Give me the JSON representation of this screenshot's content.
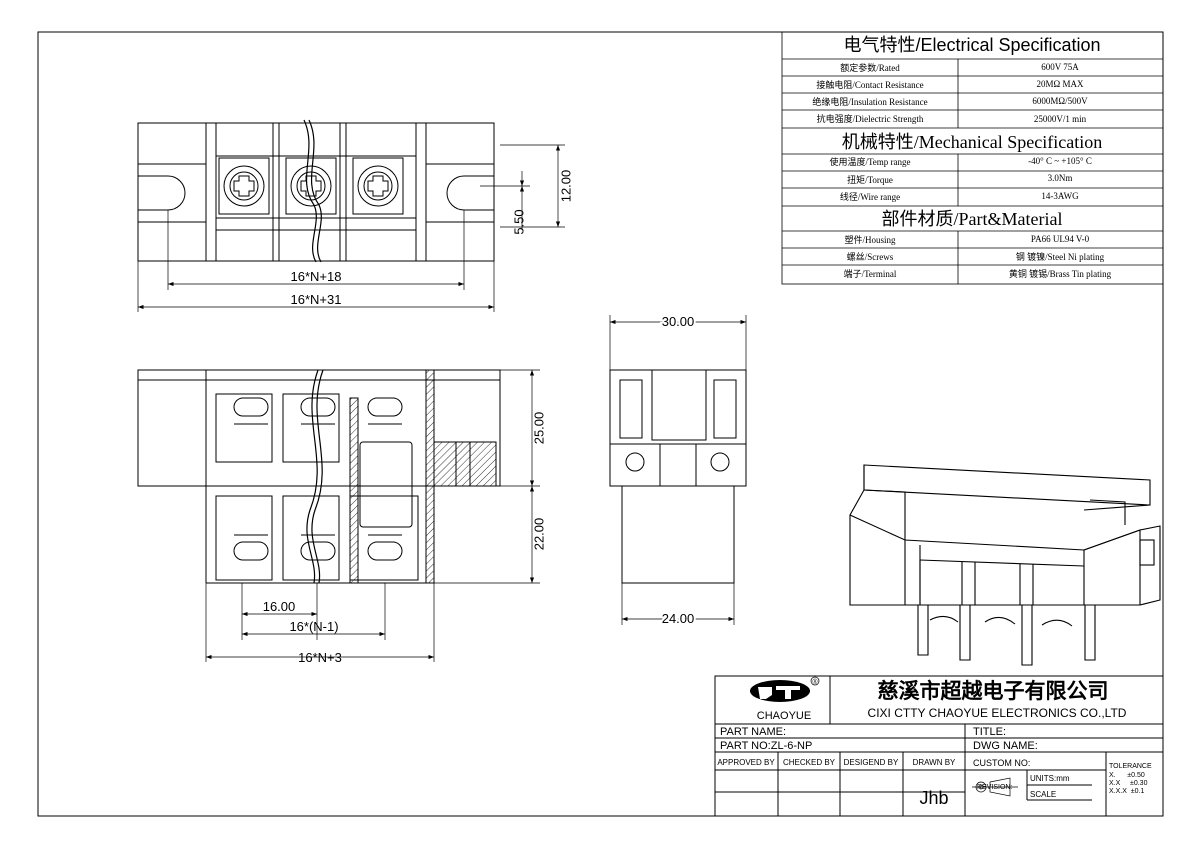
{
  "spec": {
    "elec_title": "电气特性/Electrical Specification",
    "elec_rows": [
      {
        "label": "额定参数/Rated",
        "value": "600V 75A"
      },
      {
        "label": "接触电阻/Contact Resistance",
        "value": "20MΩ MAX"
      },
      {
        "label": "绝缘电阻/Insulation Resistance",
        "value": "6000MΩ/500V"
      },
      {
        "label": "抗电强度/Dielectric Strength",
        "value": "25000V/1 min"
      }
    ],
    "mech_title": "机械特性/Mechanical Specification",
    "mech_rows": [
      {
        "label": "使用温度/Temp range",
        "value": "-40° C ~ +105° C"
      },
      {
        "label": "扭矩/Torque",
        "value": "3.0Nm"
      },
      {
        "label": "线径/Wire range",
        "value": "14-3AWG"
      }
    ],
    "part_title": "部件材质/Part&Material",
    "part_rows": [
      {
        "label": "塑件/Housing",
        "value": "PA66 UL94 V-0"
      },
      {
        "label": "螺丝/Screws",
        "value": "钢 镀镍/Steel Ni plating"
      },
      {
        "label": "端子/Terminal",
        "value": "黄铜 镀锡/Brass Tin  plating"
      }
    ]
  },
  "dims": {
    "top_h12": "12.00",
    "top_h55": "5.50",
    "top_w18": "16*N+18",
    "top_w31": "16*N+31",
    "front_h25": "25.00",
    "front_h22": "22.00",
    "front_w16": "16.00",
    "front_wn1": "16*(N-1)",
    "front_wn3": "16*N+3",
    "side_w30": "30.00",
    "side_w24": "24.00"
  },
  "titleblock": {
    "company_cn": "慈溪市超越电子有限公司",
    "company_en": "CIXI CTTY CHAOYUE ELECTRONICS CO.,LTD",
    "logo_text": "CHAOYUE",
    "logo_mark": "®",
    "part_name": "PART NAME:",
    "title": "TITLE:",
    "part_no": "PART NO:ZL-6-NP",
    "dwg_name": "DWG NAME:",
    "approved": "APPROVED BY",
    "checked": "CHECKED BY",
    "designed": "DESIGEND BY",
    "drawn": "DRAWN BY",
    "custom_no": "CUSTOM NO:",
    "units": "UNITS:mm",
    "revision": "REVISION:",
    "scale": "SCALE",
    "signature": "Jhb",
    "tolerance_title": "TOLERANCE",
    "tol1": "X.      ±0.50",
    "tol2": "X.X     ±0.30",
    "tol3": "X.X.X  ±0.1"
  }
}
